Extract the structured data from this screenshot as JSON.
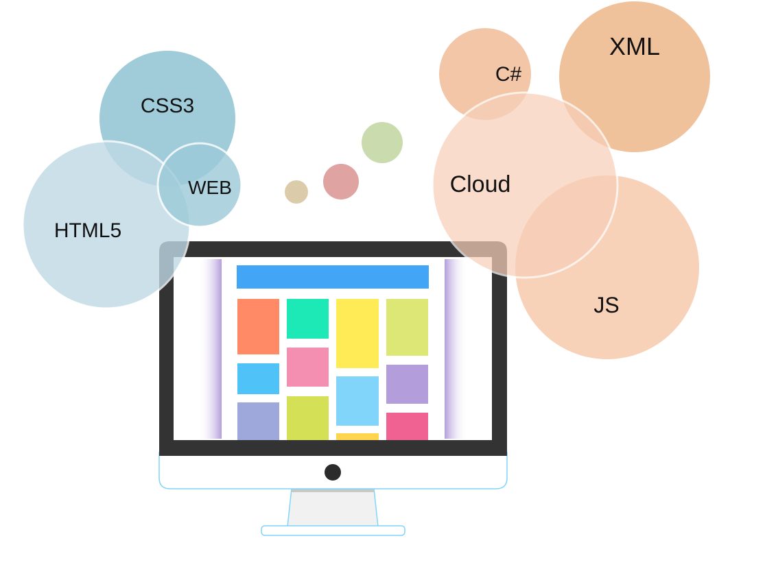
{
  "bubbles": {
    "css3": "CSS3",
    "html5": "HTML5",
    "web": "WEB",
    "csharp": "C#",
    "xml": "XML",
    "cloud": "Cloud",
    "js": "JS"
  },
  "colors": {
    "bezel": "#333333",
    "screen_header": "#42a5f5",
    "monitor_outline": "#81d4fa"
  }
}
